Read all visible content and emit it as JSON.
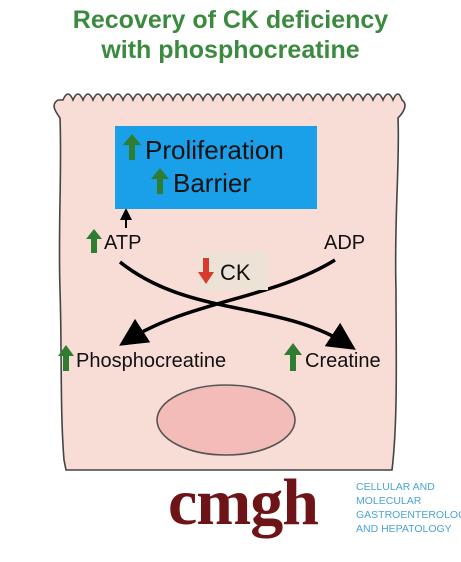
{
  "title": {
    "line1": "Recovery of CK deficiency",
    "line2": "with phosphocreatine"
  },
  "box": {
    "line1": "Proliferation",
    "line2": "Barrier"
  },
  "labels": {
    "atp": "ATP",
    "adp": "ADP",
    "ck": "CK",
    "phosphocreatine": "Phosphocreatine",
    "creatine": "Creatine"
  },
  "logo": {
    "word": "cmgh",
    "sub1": "CELLULAR AND",
    "sub2": "MOLECULAR",
    "sub3": "GASTROENTEROLOGY",
    "sub4": "AND HEPATOLOGY"
  },
  "colors": {
    "title": "#3c8a3f",
    "cell_fill": "#f8dcd6",
    "nucleus_fill": "#f3bcb8",
    "box_fill": "#1aa0e8",
    "up_arrow": "#2f7d32",
    "down_arrow": "#d83a2b",
    "logo_word": "#6e1418",
    "logo_sub": "#4aa3d9"
  },
  "indicators": {
    "proliferation": "up",
    "barrier": "up",
    "atp": "up",
    "ck": "down",
    "phosphocreatine": "up",
    "creatine": "up"
  }
}
